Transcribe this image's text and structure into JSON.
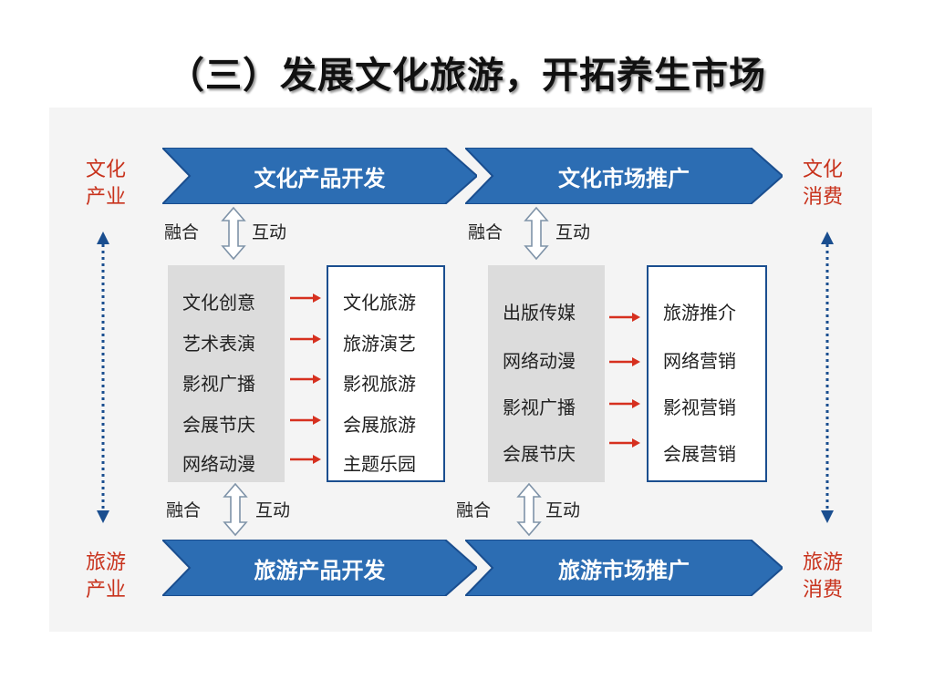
{
  "title": "（三）发展文化旅游，开拓养生市场",
  "side_labels": {
    "top_left": [
      "文化",
      "产业"
    ],
    "top_right": [
      "文化",
      "消费"
    ],
    "bottom_left": [
      "旅游",
      "产业"
    ],
    "bottom_right": [
      "旅游",
      "消费"
    ]
  },
  "chevrons": {
    "top_left": "文化产品开发",
    "top_right": "文化市场推广",
    "bottom_left": "旅游产品开发",
    "bottom_right": "旅游市场推广"
  },
  "link_labels": {
    "fuse": "融合",
    "interact": "互动"
  },
  "left_group": {
    "sources": [
      "文化创意",
      "艺术表演",
      "影视广播",
      "会展节庆",
      "网络动漫"
    ],
    "targets": [
      "文化旅游",
      "旅游演艺",
      "影视旅游",
      "会展旅游",
      "主题乐园"
    ]
  },
  "right_group": {
    "sources": [
      "出版传媒",
      "网络动漫",
      "影视广播",
      "会展节庆"
    ],
    "targets": [
      "旅游推介",
      "网络营销",
      "影视营销",
      "会展营销"
    ]
  },
  "colors": {
    "chevron": "#2c6db3",
    "chevron_dark": "#1a4e8f",
    "side_text": "#c8321c",
    "arrow": "#d6301f"
  }
}
